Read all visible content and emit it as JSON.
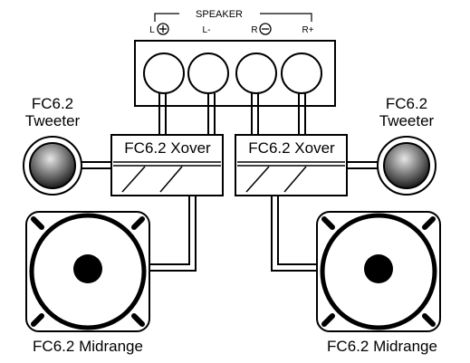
{
  "speaker": {
    "title": "SPEAKER",
    "terminals": [
      {
        "label": "L",
        "symbol": "+"
      },
      {
        "label": "L-",
        "symbol": ""
      },
      {
        "label": "R",
        "symbol": "−"
      },
      {
        "label": "R+",
        "symbol": ""
      }
    ]
  },
  "left": {
    "tweeter_line1": "FC6.2",
    "tweeter_line2": "Tweeter",
    "xover_label": "FC6.2 Xover",
    "midrange_label": "FC6.2 Midrange"
  },
  "right": {
    "tweeter_line1": "FC6.2",
    "tweeter_line2": "Tweeter",
    "xover_label": "FC6.2 Xover",
    "midrange_label": "FC6.2 Midrange"
  },
  "colors": {
    "line": "#000000",
    "background": "#ffffff",
    "tweeter_dome_light": "#cfcfcf",
    "tweeter_dome_dark": "#1a1a1a"
  }
}
